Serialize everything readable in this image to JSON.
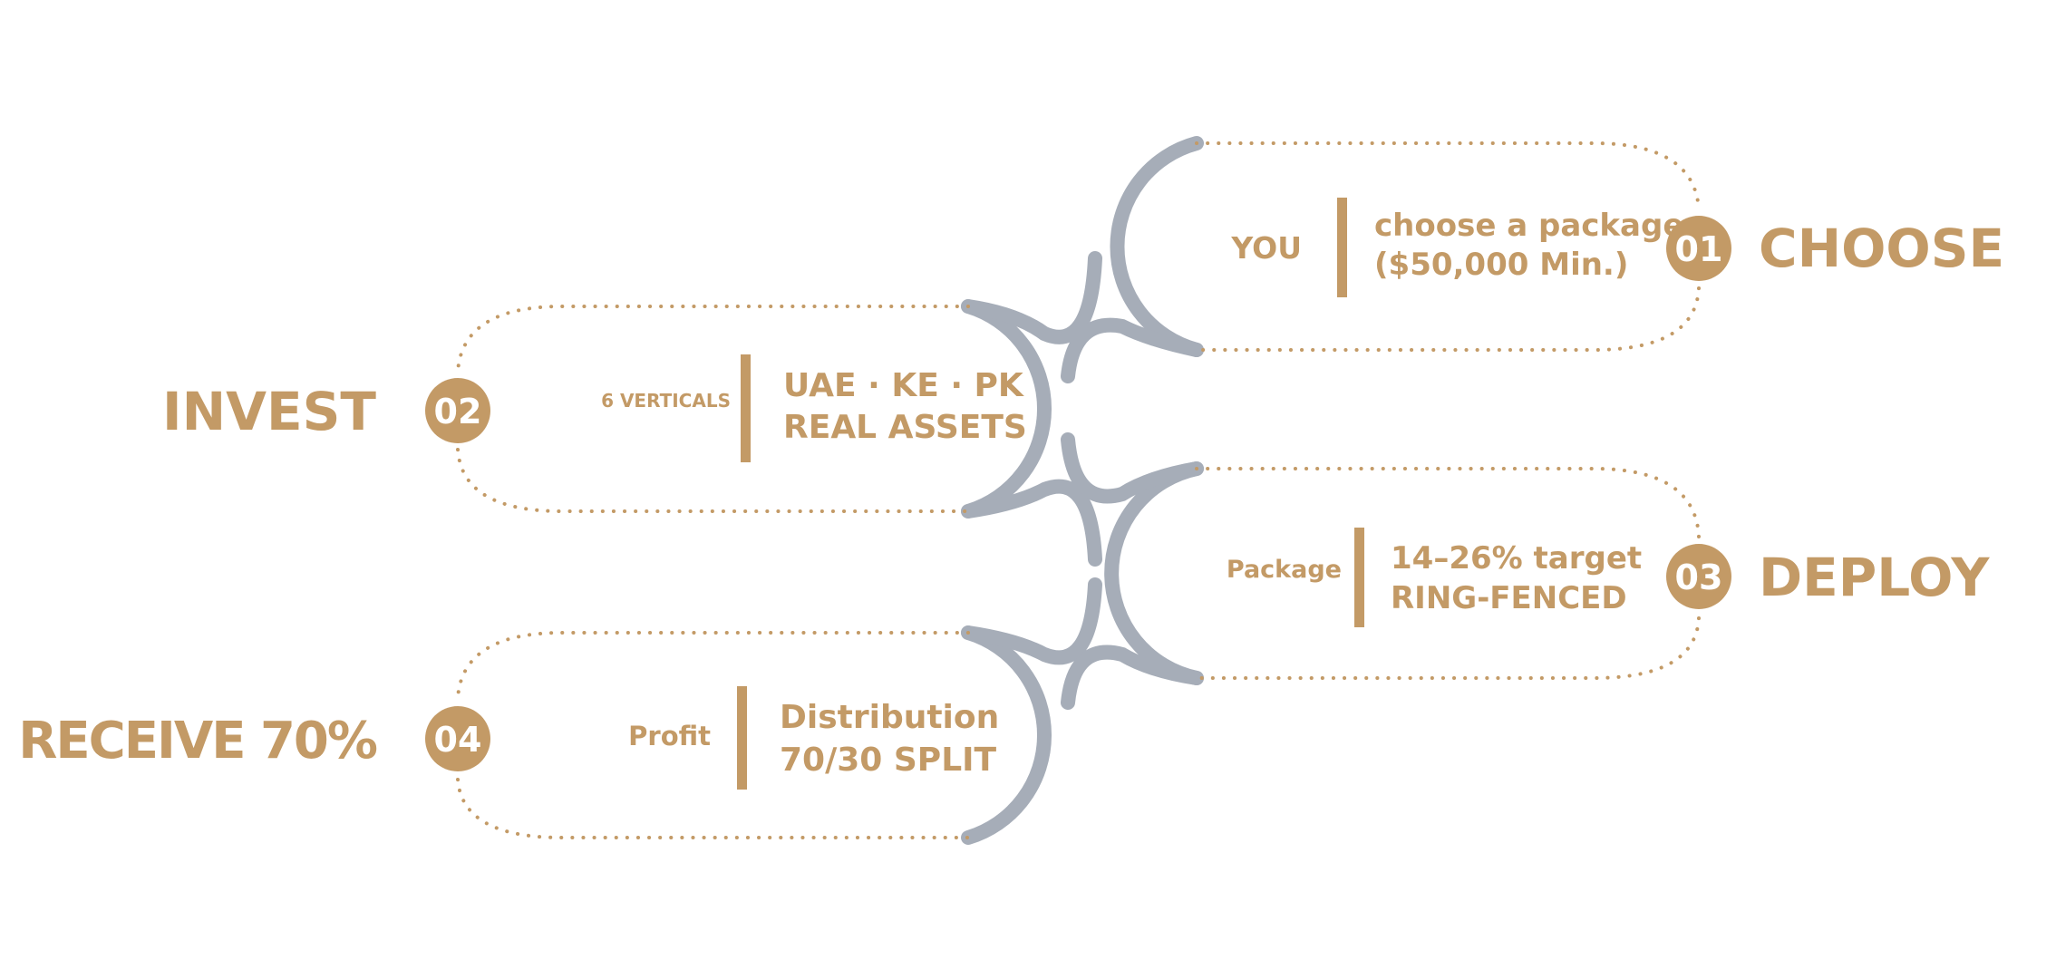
{
  "colors": {
    "accent": "#C39A66",
    "connector": "#A6ADB8",
    "background": "#FFFFFF"
  },
  "steps": [
    {
      "number": "01",
      "title": "CHOOSE",
      "label": "YOU",
      "line1": "choose a package",
      "line2": "($50,000 Min.)"
    },
    {
      "number": "02",
      "title": "INVEST",
      "label": "6 VERTICALS",
      "line1": "UAE · KE · PK",
      "line2": "REAL ASSETS"
    },
    {
      "number": "03",
      "title": "DEPLOY",
      "label": "Package",
      "line1": "14–26% target",
      "line2": "RING-FENCED"
    },
    {
      "number": "04",
      "title": "RECEIVE 70%",
      "label": "Profit",
      "line1": "Distribution",
      "line2": "70/30 SPLIT"
    }
  ]
}
